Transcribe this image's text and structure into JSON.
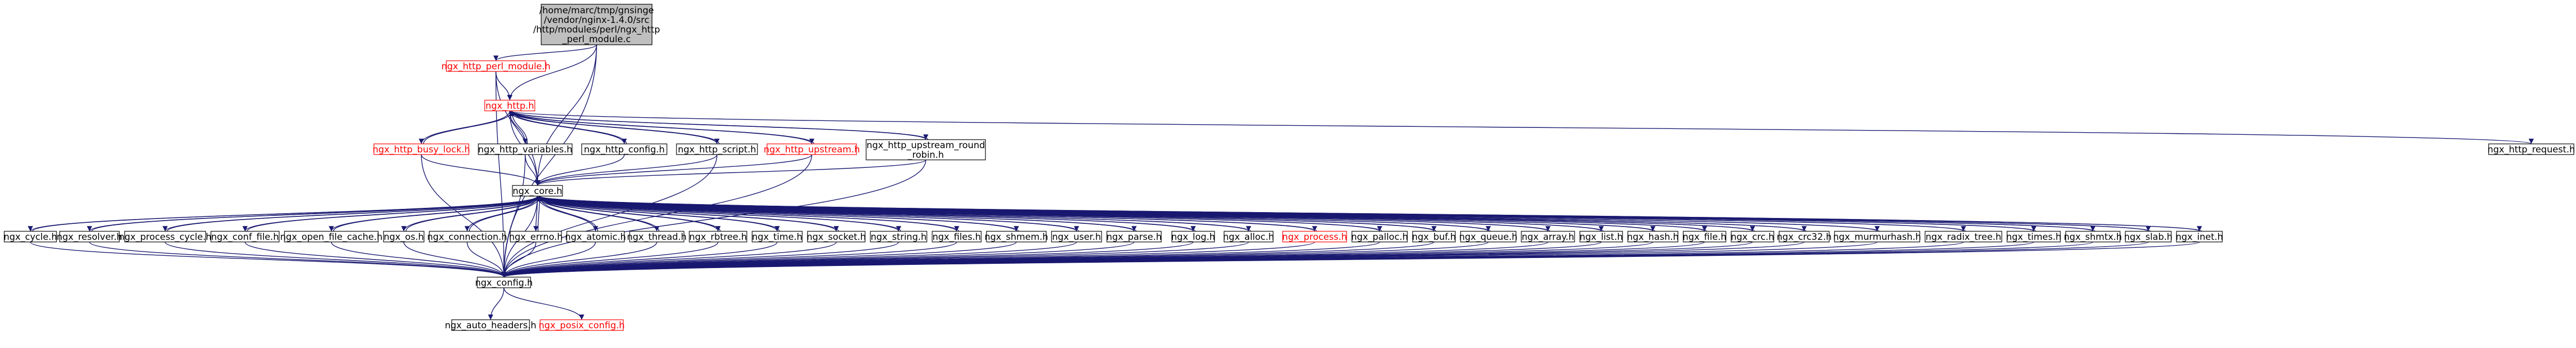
{
  "colors": {
    "edge": "#191970",
    "box_border": "#000000",
    "red_border": "#ff0000",
    "root_fill": "#bfbfbf",
    "red_text": "#ff0000"
  },
  "nodes": {
    "root": {
      "lines": [
        "/home/marc/tmp/gnsinge",
        "/vendor/nginx-1.4.0/src",
        "/http/modules/perl/ngx_http",
        "_perl_module.c"
      ]
    },
    "perl_module_h": {
      "lines": [
        "ngx_http_perl_module.h"
      ]
    },
    "http_h": {
      "lines": [
        "ngx_http.h"
      ]
    },
    "busy_lock": {
      "lines": [
        "ngx_http_busy_lock.h"
      ]
    },
    "variables": {
      "lines": [
        "ngx_http_variables.h"
      ]
    },
    "http_config": {
      "lines": [
        "ngx_http_config.h"
      ]
    },
    "http_script": {
      "lines": [
        "ngx_http_script.h"
      ]
    },
    "http_upstream": {
      "lines": [
        "ngx_http_upstream.h"
      ]
    },
    "upstream_round": {
      "lines": [
        "ngx_http_upstream_round",
        "_robin.h"
      ]
    },
    "http_request": {
      "lines": [
        "ngx_http_request.h"
      ]
    },
    "core": {
      "lines": [
        "ngx_core.h"
      ]
    },
    "cycle": {
      "lines": [
        "ngx_cycle.h"
      ]
    },
    "resolver": {
      "lines": [
        "ngx_resolver.h"
      ]
    },
    "process_cycle": {
      "lines": [
        "ngx_process_cycle.h"
      ]
    },
    "conf_file": {
      "lines": [
        "ngx_conf_file.h"
      ]
    },
    "open_file_cache": {
      "lines": [
        "ngx_open_file_cache.h"
      ]
    },
    "os": {
      "lines": [
        "ngx_os.h"
      ]
    },
    "connection": {
      "lines": [
        "ngx_connection.h"
      ]
    },
    "errno": {
      "lines": [
        "ngx_errno.h"
      ]
    },
    "atomic": {
      "lines": [
        "ngx_atomic.h"
      ]
    },
    "thread": {
      "lines": [
        "ngx_thread.h"
      ]
    },
    "rbtree": {
      "lines": [
        "ngx_rbtree.h"
      ]
    },
    "time": {
      "lines": [
        "ngx_time.h"
      ]
    },
    "socket": {
      "lines": [
        "ngx_socket.h"
      ]
    },
    "string": {
      "lines": [
        "ngx_string.h"
      ]
    },
    "files": {
      "lines": [
        "ngx_files.h"
      ]
    },
    "shmem": {
      "lines": [
        "ngx_shmem.h"
      ]
    },
    "user": {
      "lines": [
        "ngx_user.h"
      ]
    },
    "parse": {
      "lines": [
        "ngx_parse.h"
      ]
    },
    "log": {
      "lines": [
        "ngx_log.h"
      ]
    },
    "alloc": {
      "lines": [
        "ngx_alloc.h"
      ]
    },
    "process": {
      "lines": [
        "ngx_process.h"
      ]
    },
    "palloc": {
      "lines": [
        "ngx_palloc.h"
      ]
    },
    "buf": {
      "lines": [
        "ngx_buf.h"
      ]
    },
    "queue": {
      "lines": [
        "ngx_queue.h"
      ]
    },
    "array": {
      "lines": [
        "ngx_array.h"
      ]
    },
    "list": {
      "lines": [
        "ngx_list.h"
      ]
    },
    "hash": {
      "lines": [
        "ngx_hash.h"
      ]
    },
    "file": {
      "lines": [
        "ngx_file.h"
      ]
    },
    "crc": {
      "lines": [
        "ngx_crc.h"
      ]
    },
    "crc32": {
      "lines": [
        "ngx_crc32.h"
      ]
    },
    "murmurhash": {
      "lines": [
        "ngx_murmurhash.h"
      ]
    },
    "radix_tree": {
      "lines": [
        "ngx_radix_tree.h"
      ]
    },
    "times": {
      "lines": [
        "ngx_times.h"
      ]
    },
    "shmtx": {
      "lines": [
        "ngx_shmtx.h"
      ]
    },
    "slab": {
      "lines": [
        "ngx_slab.h"
      ]
    },
    "inet": {
      "lines": [
        "ngx_inet.h"
      ]
    },
    "config": {
      "lines": [
        "ngx_config.h"
      ]
    },
    "auto_headers": {
      "lines": [
        "ngx_auto_headers.h"
      ]
    },
    "posix_config": {
      "lines": [
        "ngx_posix_config.h"
      ]
    }
  }
}
